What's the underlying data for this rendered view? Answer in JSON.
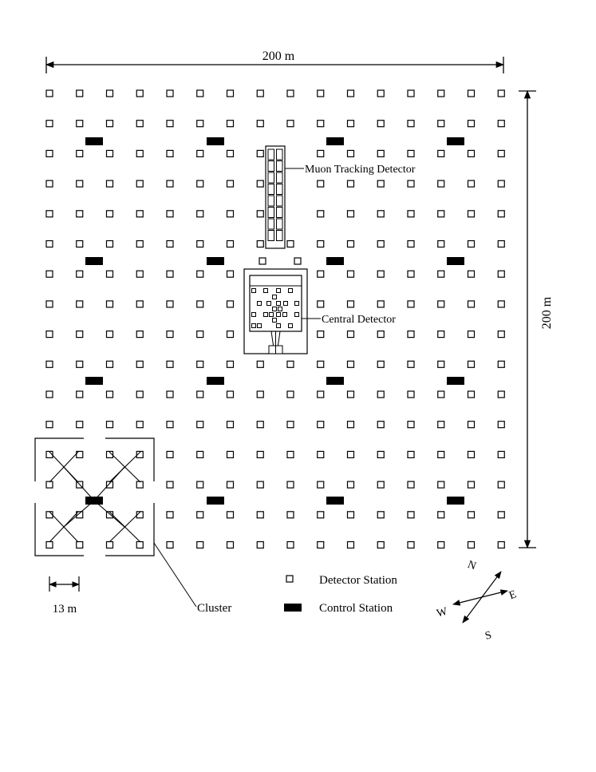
{
  "dimensions": {
    "width_label": "200 m",
    "height_label": "200 m",
    "spacing_label": "13 m"
  },
  "labels": {
    "muon": "Muon Tracking Detector",
    "central": "Central Detector",
    "cluster": "Cluster"
  },
  "legend": {
    "detector": "Detector Station",
    "control": "Control Station"
  },
  "compass": {
    "n": "N",
    "e": "E",
    "s": "S",
    "w": "W"
  },
  "colors": {
    "ink": "#000000",
    "paper": "#ffffff"
  }
}
